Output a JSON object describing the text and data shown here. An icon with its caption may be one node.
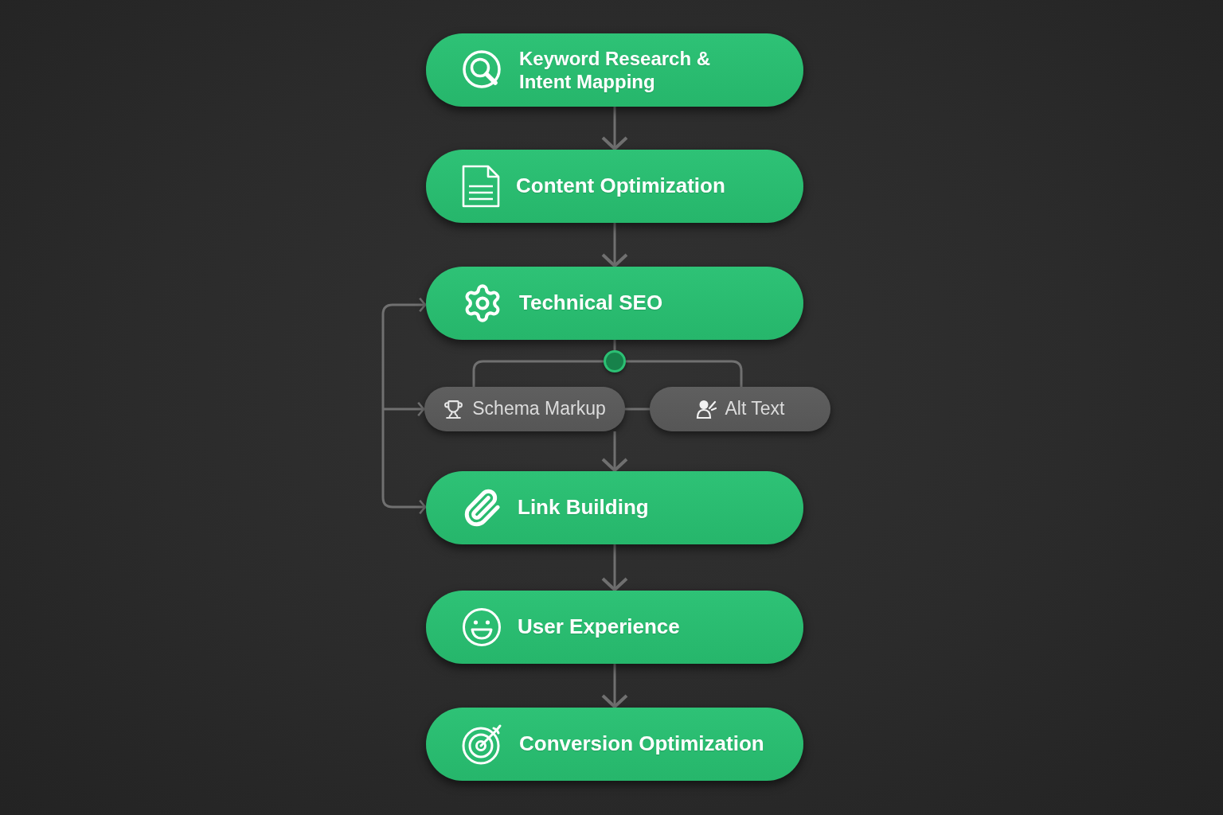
{
  "diagram": {
    "nodes": [
      {
        "text": [
          "Keyword Research & Intent Mapping"
        ]
      },
      {
        "text": [
          "Content Optimization"
        ]
      },
      {
        "text": [
          "Technical SEO"
        ]
      },
      {
        "text": [],
        "shape": "circle"
      },
      {
        "text": [
          "Schema Markup"
        ]
      },
      {
        "text": [
          "Alt Text"
        ]
      },
      {
        "text": [
          "Link Building"
        ]
      },
      {
        "text": [
          "User Experience"
        ]
      },
      {
        "text": [
          "Conversion Optimization"
        ]
      }
    ],
    "edges": [
      {
        "from": 0,
        "to": 1,
        "arrow": "to"
      },
      {
        "from": 1,
        "to": 2,
        "arrow": "to"
      },
      {
        "from": 2,
        "to": 3,
        "arrow": "none"
      },
      {
        "from": 3,
        "to": 4,
        "arrow": "none"
      },
      {
        "from": 3,
        "to": 5,
        "arrow": "none"
      },
      {
        "from": 4,
        "to": 5,
        "arrow": "none"
      },
      {
        "from": 4,
        "to": 6,
        "arrow": "to"
      },
      {
        "from": 6,
        "to": 7,
        "arrow": "to"
      },
      {
        "from": 7,
        "to": 8,
        "arrow": "to"
      },
      {
        "from": null,
        "to": 2,
        "arrow": "to"
      },
      {
        "from": null,
        "to": 4,
        "arrow": "to"
      },
      {
        "from": null,
        "to": 6,
        "arrow": "to"
      }
    ]
  }
}
